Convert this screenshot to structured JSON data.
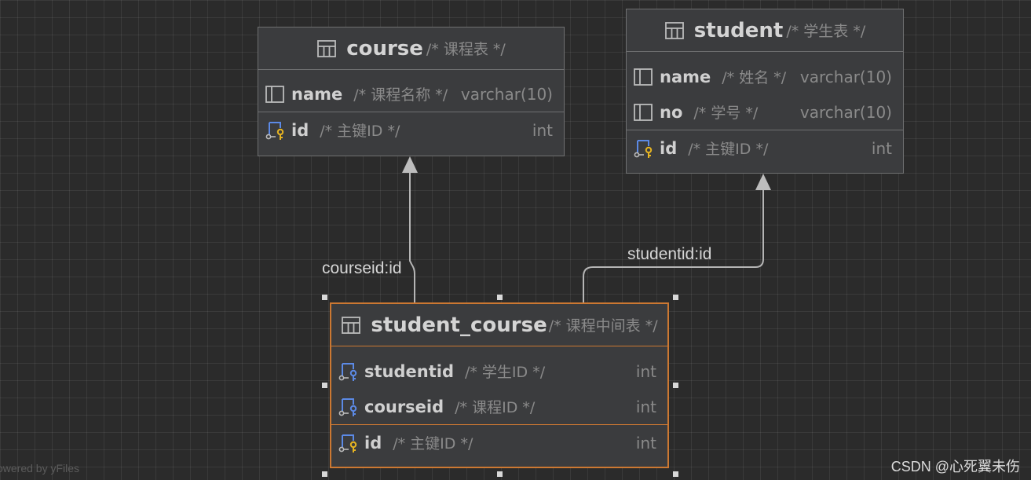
{
  "tables": {
    "course": {
      "name": "course",
      "comment": "/* 课程表 */",
      "columns": [
        {
          "name": "name",
          "comment": "/* 课程名称 */",
          "type": "varchar(10)"
        }
      ],
      "pk": {
        "name": "id",
        "comment": "/* 主键ID */",
        "type": "int"
      }
    },
    "student": {
      "name": "student",
      "comment": "/* 学生表 */",
      "columns": [
        {
          "name": "name",
          "comment": "/* 姓名 */",
          "type": "varchar(10)"
        },
        {
          "name": "no",
          "comment": "/* 学号 */",
          "type": "varchar(10)"
        }
      ],
      "pk": {
        "name": "id",
        "comment": "/* 主键ID */",
        "type": "int"
      }
    },
    "student_course": {
      "name": "student_course",
      "comment": "/* 课程中间表 */",
      "columns": [
        {
          "name": "studentid",
          "comment": "/* 学生ID */",
          "type": "int"
        },
        {
          "name": "courseid",
          "comment": "/* 课程ID */",
          "type": "int"
        }
      ],
      "pk": {
        "name": "id",
        "comment": "/* 主键ID */",
        "type": "int"
      }
    }
  },
  "relations": {
    "course_fk": "courseid:id",
    "student_fk": "studentid:id"
  },
  "watermarks": {
    "left": "owered by yFiles",
    "right": "CSDN @心死翼未伤"
  },
  "colors": {
    "background": "#2b2b2b",
    "selected_border": "#cc7832",
    "key_icon": "#e6b422",
    "fk_icon": "#5c8ae6"
  },
  "icons": {
    "table": "table-icon",
    "column": "column-icon",
    "primary_key": "primary-key-icon",
    "foreign_key": "foreign-key-icon"
  }
}
